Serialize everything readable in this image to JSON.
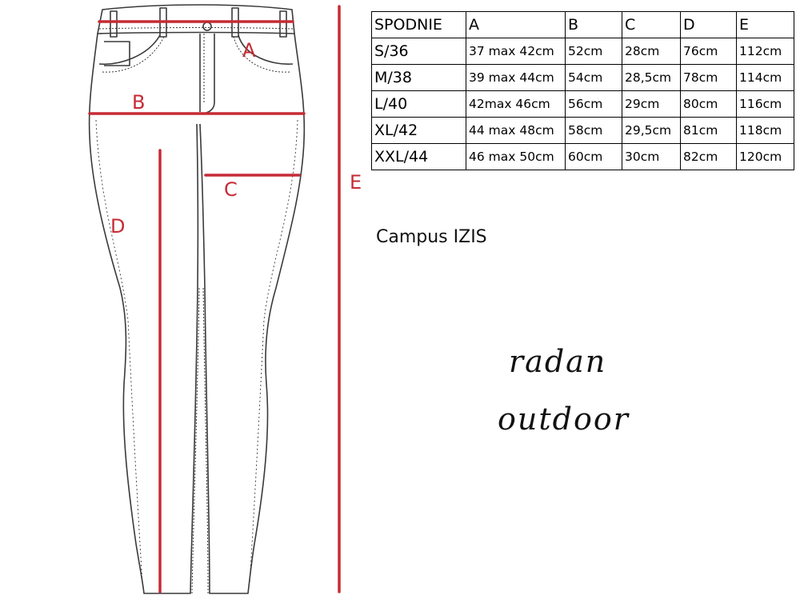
{
  "measurement_labels": {
    "a": "A",
    "b": "B",
    "c": "C",
    "d": "D",
    "e": "E"
  },
  "size_table": {
    "headers": [
      "SPODNIE",
      "A",
      "B",
      "C",
      "D",
      "E"
    ],
    "rows": [
      [
        "S/36",
        "37 max 42cm",
        "52cm",
        "28cm",
        "76cm",
        "112cm"
      ],
      [
        "M/38",
        "39 max 44cm",
        "54cm",
        "28,5cm",
        "78cm",
        "114cm"
      ],
      [
        "L/40",
        "42max 46cm",
        "56cm",
        "29cm",
        "80cm",
        "116cm"
      ],
      [
        "XL/42",
        "44 max 48cm",
        "58cm",
        "29,5cm",
        "81cm",
        "118cm"
      ],
      [
        "XXL/44",
        "46 max 50cm",
        "60cm",
        "30cm",
        "82cm",
        "120cm"
      ]
    ]
  },
  "model_name": "Campus IZIS",
  "brand": {
    "line1": "radan",
    "line2": "outdoor"
  },
  "colors": {
    "measure_line": "#c62b35",
    "outline": "#3a3a3a",
    "text": "#000000"
  }
}
